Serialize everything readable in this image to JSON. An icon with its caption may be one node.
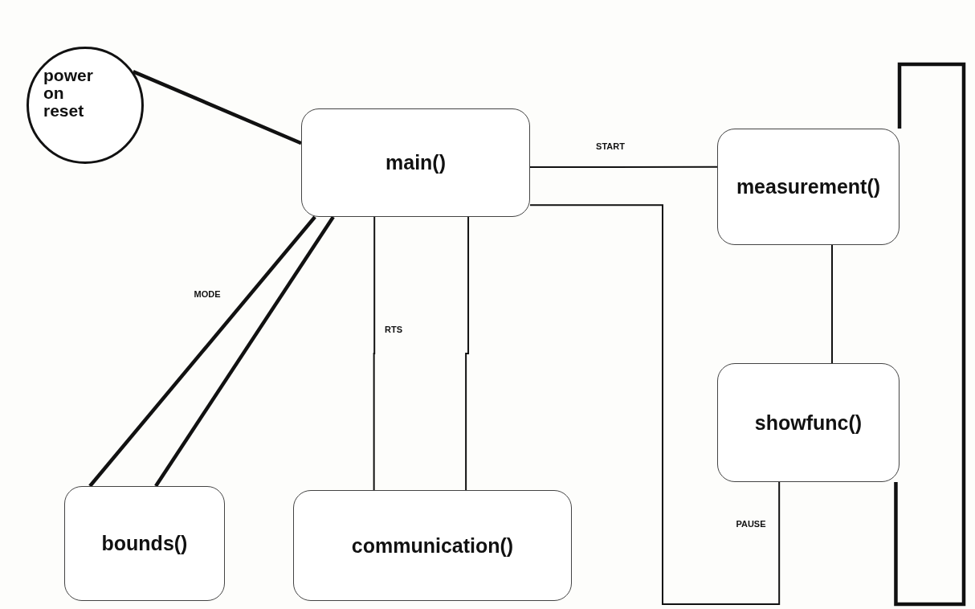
{
  "diagram": {
    "nodes": [
      {
        "text": [
          "power on reset"
        ]
      },
      {
        "text": [
          "main()"
        ]
      },
      {
        "text": [
          "measurement()"
        ]
      },
      {
        "text": [
          "showfunc()"
        ]
      },
      {
        "text": [
          "bounds()"
        ]
      },
      {
        "text": [
          "communication()"
        ]
      }
    ],
    "edges": [
      {
        "from": 0,
        "to": 1,
        "arrow": "none",
        "style": "thick"
      },
      {
        "from": 1,
        "to": 2,
        "arrow": "none",
        "label": "START"
      },
      {
        "from": 1,
        "to": 3,
        "arrow": "none",
        "label": "PAUSE"
      },
      {
        "from": 2,
        "to": 3,
        "arrow": "none"
      },
      {
        "from": 3,
        "to": 2,
        "arrow": "none",
        "style": "thick"
      },
      {
        "from": 1,
        "to": 4,
        "arrow": "none",
        "label": "MODE",
        "style": "thick"
      },
      {
        "from": 1,
        "to": 4,
        "arrow": "none",
        "style": "thick"
      },
      {
        "from": 1,
        "to": 5,
        "arrow": "none",
        "label": "RTS"
      },
      {
        "from": 1,
        "to": 5,
        "arrow": "none"
      }
    ]
  }
}
